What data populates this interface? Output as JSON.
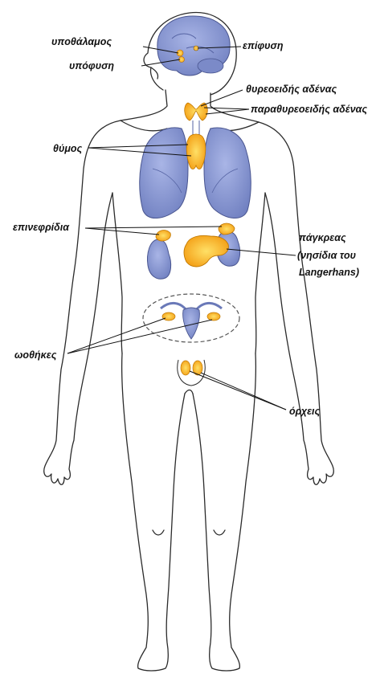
{
  "labels": {
    "hypothalamus": "υποθάλαμος",
    "pineal": "επίφυση",
    "pituitary": "υπόφυση",
    "thyroid": "θυρεοειδής αδένας",
    "parathyroid": "παραθυρεοειδής αδένας",
    "thymus": "θύμος",
    "adrenals": "επινεφρίδια",
    "pancreas_line1": "πάγκρεας",
    "pancreas_line2": "(νησίδια του",
    "pancreas_line3": "Langerhans)",
    "ovaries": "ωοθήκες",
    "testes": "όρχεις"
  },
  "colors": {
    "outline": "#2b2b2b",
    "organ_blue": "#8f9ed6",
    "organ_blue_dark": "#6a79b8",
    "gland_orange": "#f5a623",
    "gland_yellow": "#ffd04a",
    "background": "#ffffff"
  }
}
